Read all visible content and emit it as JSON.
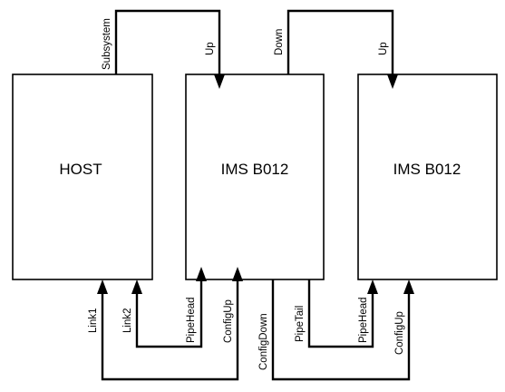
{
  "boxes": {
    "host": "HOST",
    "board1": "IMS B012",
    "board2": "IMS B012"
  },
  "signals": {
    "subsystem": "Subsystem",
    "up1": "Up",
    "down": "Down",
    "up2": "Up",
    "link1": "Link1",
    "link2": "Link2",
    "pipehead1": "PipeHead",
    "configup1": "ConfigUp",
    "configdown": "ConfigDown",
    "pipetail": "PipeTail",
    "pipehead2": "PipeHead",
    "configup2": "ConfigUp"
  }
}
